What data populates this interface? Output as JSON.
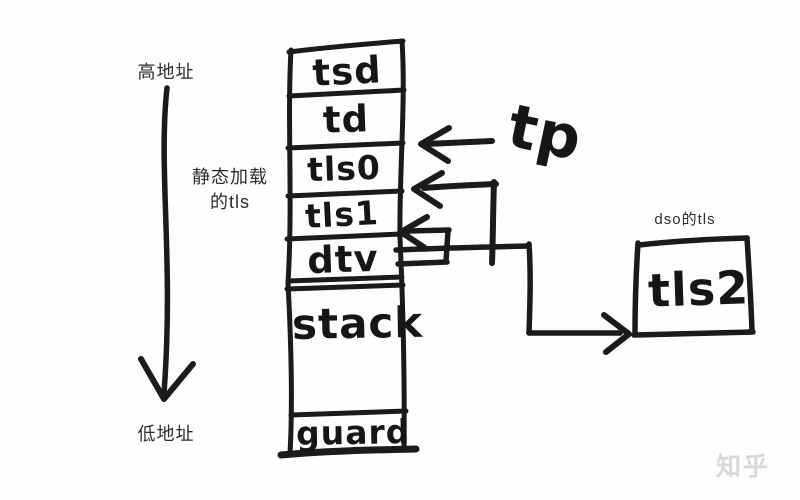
{
  "palette": {
    "background": "#fefefe",
    "ink": "#1b1b1b",
    "typed_text": "#2d2d2d",
    "watermark": "#d8d8d4"
  },
  "axis": {
    "high_label": "高地址",
    "low_label": "低地址"
  },
  "static_tls": {
    "line1": "静态加载",
    "line2": "的tls"
  },
  "column": {
    "cells": [
      "tsd",
      "td",
      "tls0",
      "tls1",
      "dtv",
      "stack",
      "guard"
    ]
  },
  "pointers": {
    "tp_label": "tp"
  },
  "dso": {
    "title": "dso的tls",
    "box_label": "tls2"
  },
  "watermark": {
    "text": "知乎"
  }
}
